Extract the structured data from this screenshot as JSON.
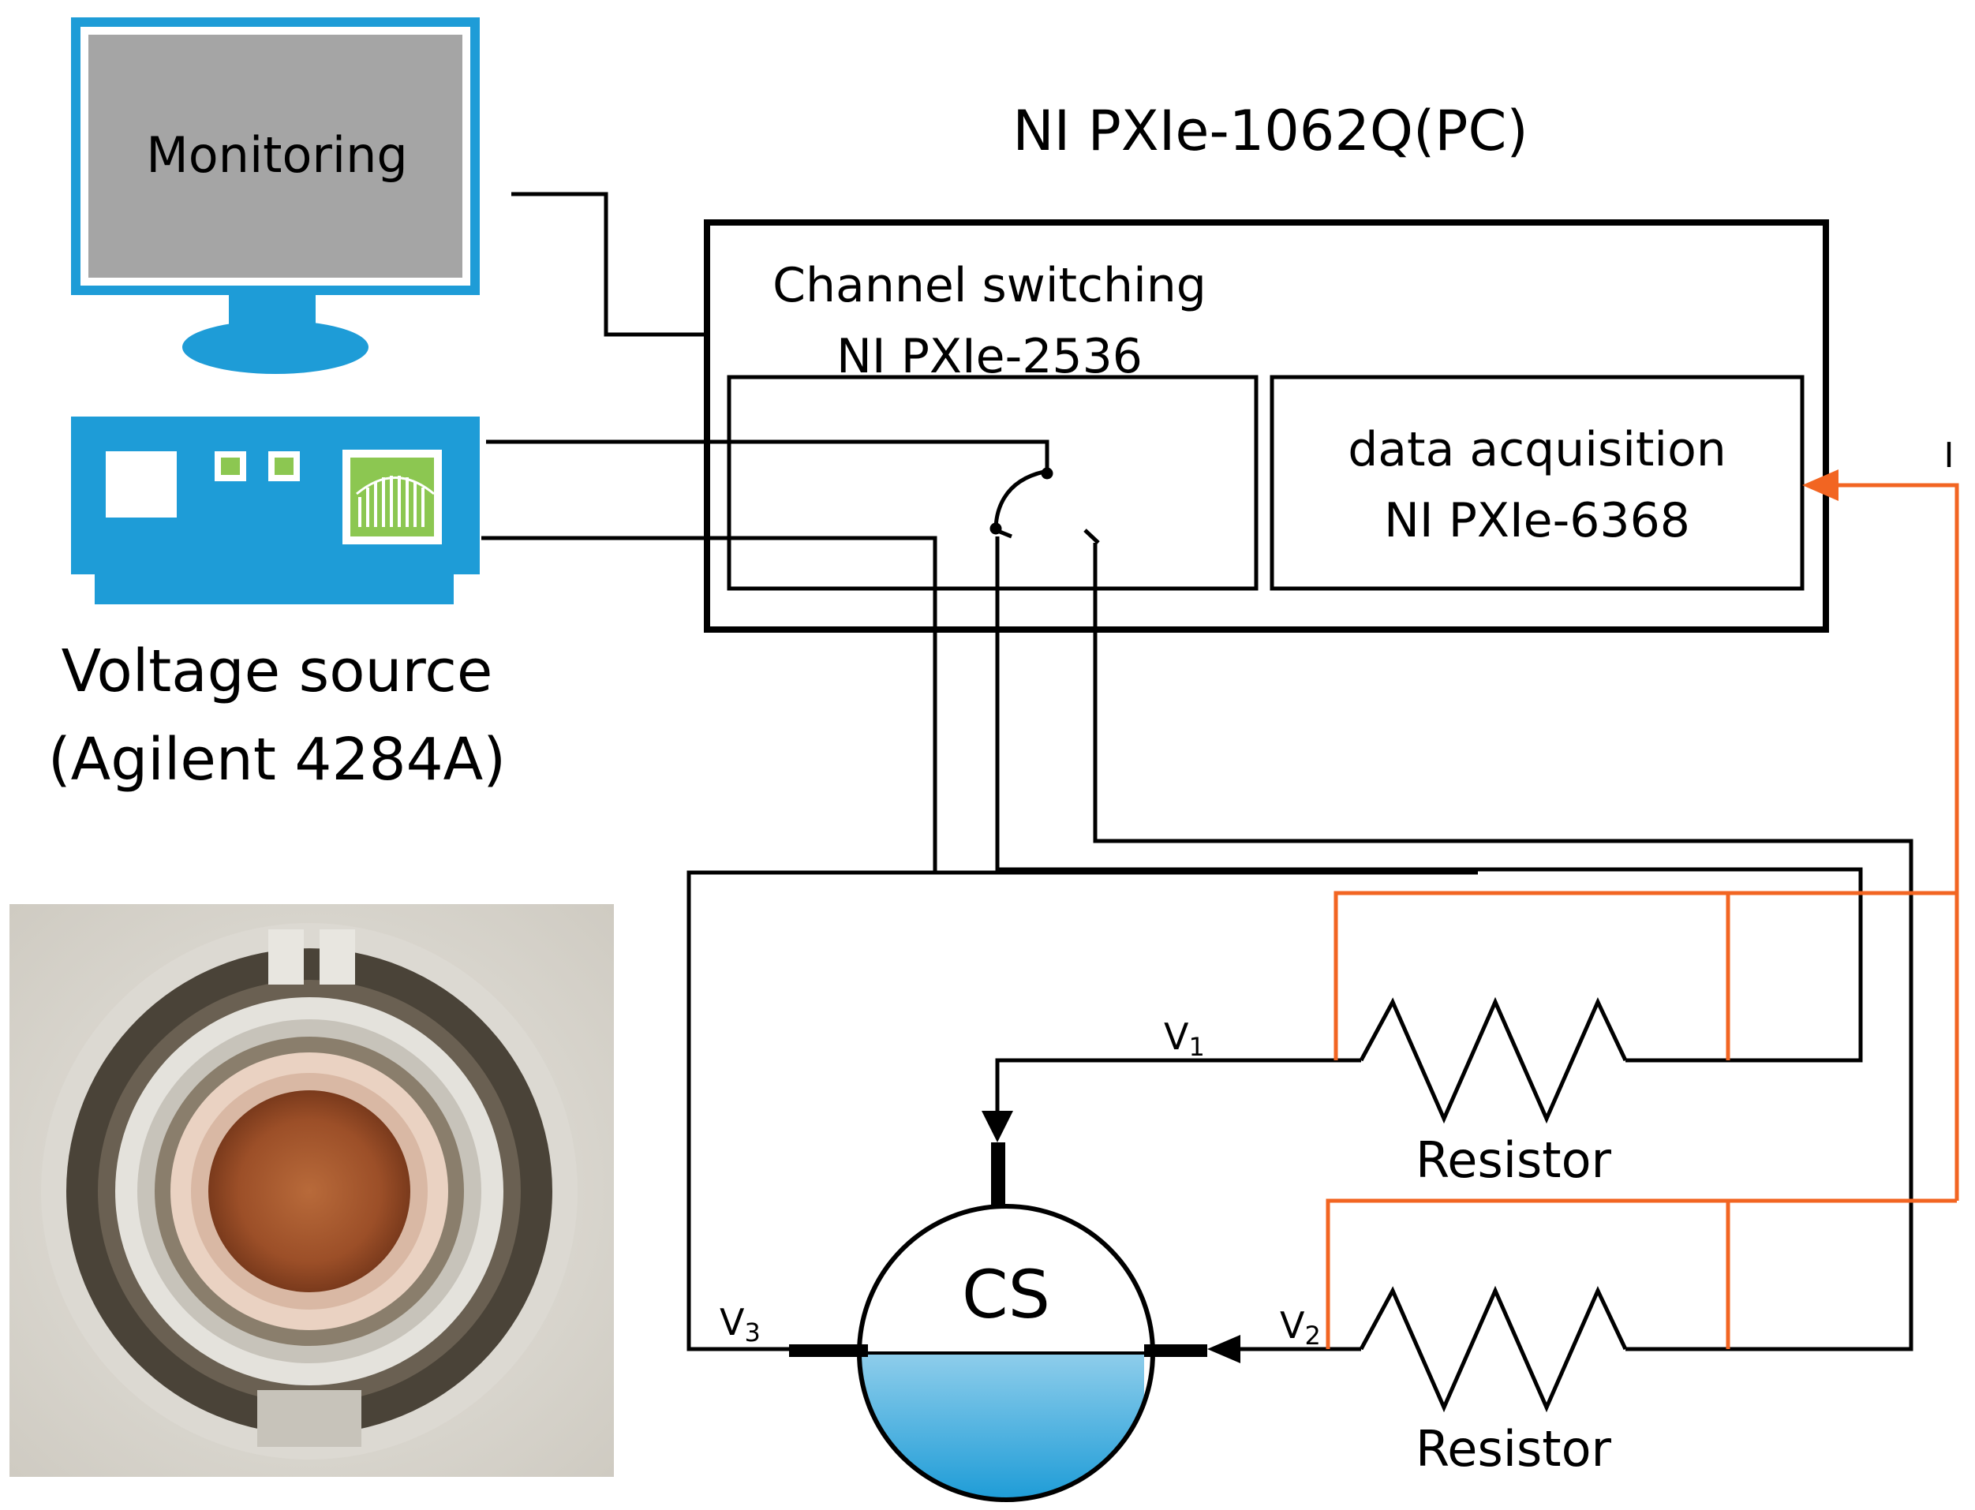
{
  "monitor": {
    "label": "Monitoring"
  },
  "pc": {
    "title": "NI PXIe-1062Q(PC)"
  },
  "switching": {
    "line1": "Channel switching",
    "line2": "NI PXIe-2536"
  },
  "daq": {
    "line1": "data acquisition",
    "line2": "NI PXIe-6368"
  },
  "current_label": "I",
  "voltage_source": {
    "line1": "Voltage source",
    "line2": "(Agilent 4284A)"
  },
  "nodes": {
    "v1": {
      "base": "V",
      "sub": "1"
    },
    "v2": {
      "base": "V",
      "sub": "2"
    },
    "v3": {
      "base": "V",
      "sub": "3"
    }
  },
  "resistor_top": {
    "label": "Resistor"
  },
  "resistor_bottom": {
    "label": "Resistor"
  },
  "sensor": {
    "label": "CS"
  },
  "colors": {
    "device_blue": "#1e9cd7",
    "screen_gray": "#a5a5a5",
    "monitor_text": "#1f5a8c",
    "current_orange": "#f26522",
    "indicator_green": "#8cc751",
    "wire_black": "#000000",
    "liquid_blue": "#2aa5dc"
  }
}
